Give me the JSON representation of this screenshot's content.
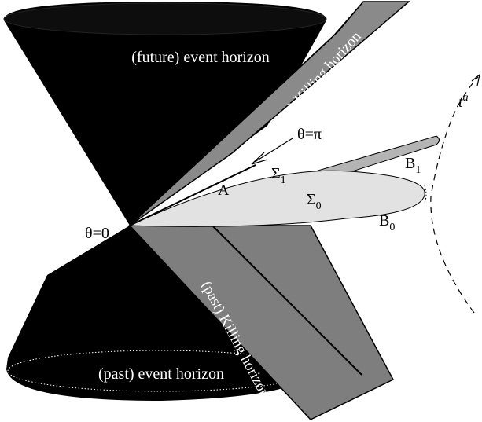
{
  "labels": {
    "future_event_horizon": "(future) event horizon",
    "past_event_horizon": "(past) event horizon",
    "future_killing_horizon": "(future) Killing horizon",
    "past_killing_horizon": "(past) Killing horizon",
    "theta_pi": "θ=π",
    "theta_zero": "θ=0",
    "point_a": "A",
    "sigma1_base": "Σ",
    "sigma1_sub": "1",
    "sigma0_base": "Σ",
    "sigma0_sub": "0",
    "b1_base": "B",
    "b1_sub": "1",
    "b0_base": "B",
    "b0_sub": "0",
    "ta_base": "t",
    "ta_sup": "a"
  },
  "colors": {
    "cone": "#000000",
    "killing_future": "#8a8a8a",
    "killing_future_edge": "#6a6a6a",
    "killing_past": "#7e7e7e",
    "sigma1": "#b4b4b4",
    "sigma0": "#e2e2e2",
    "background": "#ffffff"
  }
}
